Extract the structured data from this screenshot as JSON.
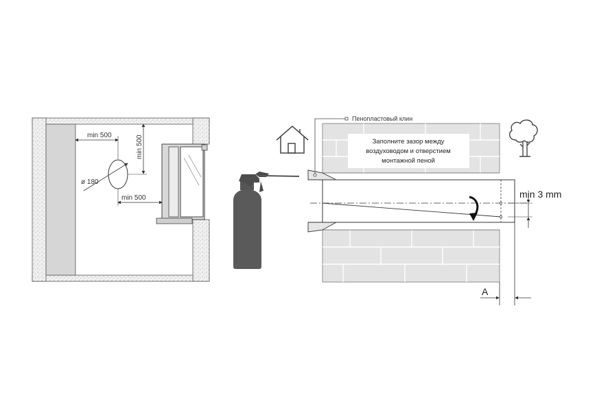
{
  "left_plan": {
    "dim_top": "min 500",
    "dim_vertical": "min 500",
    "diameter": "ø 180",
    "dim_bottom": "min 500"
  },
  "right_section": {
    "wedge_label": "Пенопластовый клин",
    "instruction_lines": [
      "Заполните зазор между",
      "воздуховодом и отверстием",
      "монтажной пеной"
    ],
    "slope_label": "min 3 mm",
    "gap_label": "A"
  },
  "icons": [
    "house-icon",
    "tree-icon",
    "spray-can-icon",
    "rotation-arrow-icon"
  ],
  "colors": {
    "wall": "#e3e3e3",
    "brick_line": "#ffffff",
    "spray_can": "#5a5a5a",
    "stroke": "#333333"
  }
}
